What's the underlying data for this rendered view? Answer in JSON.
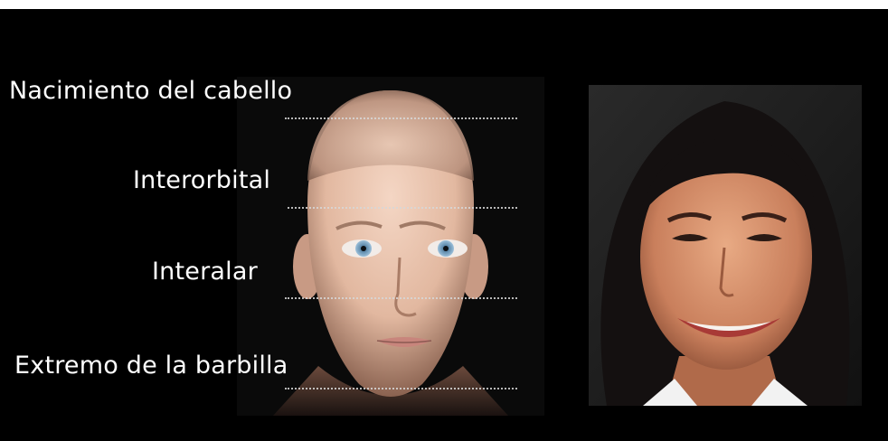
{
  "labels": {
    "hairline": "Nacimiento del cabello",
    "interorbital": "Interorbital",
    "interalar": "Interalar",
    "chin": "Extremo de la barbilla"
  },
  "colors": {
    "background": "#000000",
    "label": "#ffffff",
    "guide_line": "#d8d8d8"
  }
}
